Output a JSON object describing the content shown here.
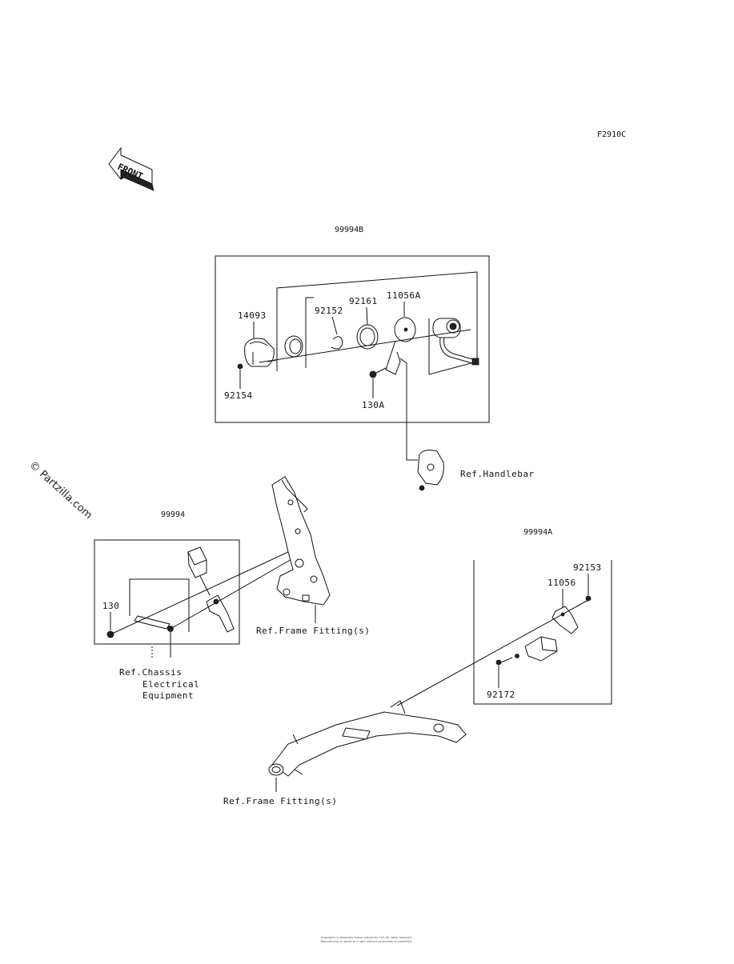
{
  "figure_code": "F2910C",
  "front_arrow": {
    "text": "FRONT",
    "icon": "front-direction-arrow-icon"
  },
  "watermark": "© Partzilla.com",
  "groups": {
    "upper": {
      "code": "99994B"
    },
    "left": {
      "code": "99994"
    },
    "right": {
      "code": "99994A"
    }
  },
  "callouts": {
    "p14093": "14093",
    "p92152": "92152",
    "p92161": "92161",
    "p11056A": "11056A",
    "p92154": "92154",
    "p130A": "130A",
    "p130": "130",
    "p92153": "92153",
    "p11056": "11056",
    "p92172": "92172"
  },
  "references": {
    "handlebar": "Ref.Handlebar",
    "frame_fitting_1": "Ref.Frame Fitting(s)",
    "chassis_line1": "Ref.Chassis",
    "chassis_line2": "Electrical",
    "chassis_line3": "Equipment",
    "frame_fitting_2": "Ref.Frame Fitting(s)"
  },
  "copyright": {
    "line1": "Copyright (c) Kawasaki Heavy Industries, Ltd. All rights reserved.",
    "line2": "Reproduction in whole or in part without permission is prohibited."
  }
}
